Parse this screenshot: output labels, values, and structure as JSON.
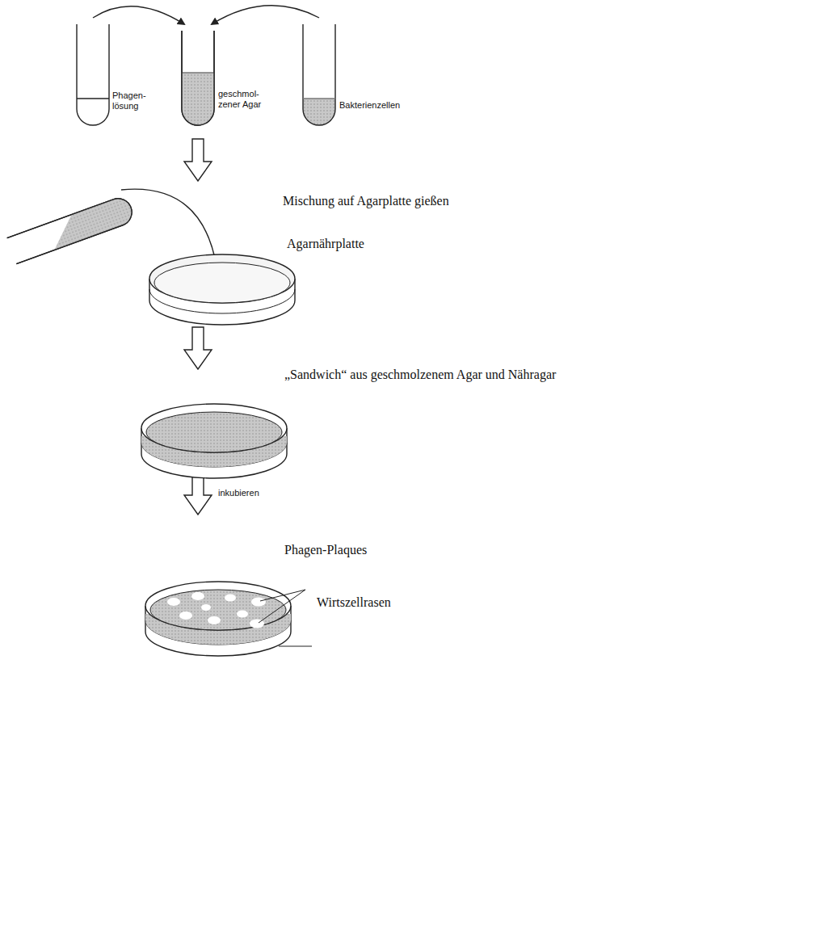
{
  "diagram": {
    "labels": [
      "Phagen- lösung",
      "geschmol- zener Agar",
      "Bakterienzellen",
      "Mischung auf Agarplatte gießen",
      "Agarnährplatte",
      "„Sandwich“ aus geschmolzenem Agar und Nähragar",
      "inkubieren",
      "Phagen-Plaques",
      "Wirtszellrasen"
    ]
  }
}
